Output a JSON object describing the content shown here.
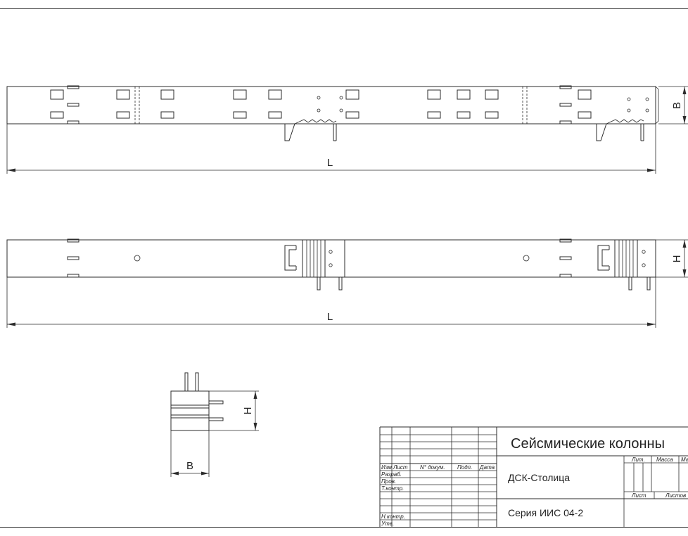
{
  "dimensions": {
    "length_label": "L",
    "width_label": "B",
    "height_label": "H"
  },
  "title_block": {
    "title": "Сейсмические колонны",
    "organization": "ДСК-Столица",
    "series": "Серия ИИС 04-2",
    "column_headers": [
      "Изм",
      "Лист",
      "N° докум.",
      "Подп.",
      "Дата"
    ],
    "row_labels": [
      "Разраб.",
      "Пров.",
      "Т.контр.",
      "Н.контр.",
      "Утв."
    ],
    "stage_header": "Лит.",
    "mass_header": "Масса",
    "scale_header": "Ма",
    "sheet_label": "Лист",
    "sheets_label": "Листов"
  },
  "colors": {
    "line": "#2b2b2b",
    "background": "#ffffff"
  }
}
